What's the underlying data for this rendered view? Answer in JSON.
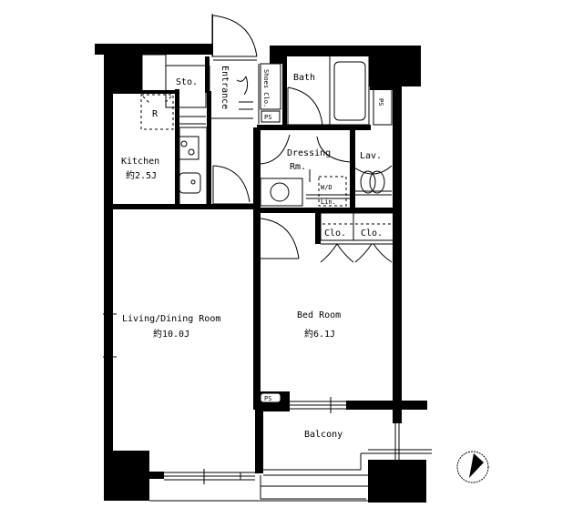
{
  "plan": {
    "type": "apartment floor plan",
    "layout": "1LDK",
    "colors": {
      "wall": "#000000",
      "background": "#ffffff"
    }
  },
  "rooms": {
    "storage": {
      "label": "Sto."
    },
    "entrance": {
      "label": "Entrance"
    },
    "shoe_closet": {
      "label": "Shoes Clo."
    },
    "bath": {
      "label": "Bath"
    },
    "refrigerator": {
      "label": "R"
    },
    "kitchen": {
      "label": "Kitchen",
      "area": "約2.5J"
    },
    "dressing": {
      "label": "Dressing",
      "label2": "Rm."
    },
    "lavatory": {
      "label": "Lav."
    },
    "washer_dryer": {
      "label": "W/D"
    },
    "linen": {
      "label": "Lin."
    },
    "closet_1": {
      "label": "Clo."
    },
    "closet_2": {
      "label": "Clo."
    },
    "living_dining": {
      "label": "Living/Dining Room",
      "area": "約10.0J"
    },
    "bedroom": {
      "label": "Bed Room",
      "area": "約6.1J"
    },
    "balcony": {
      "label": "Balcony"
    }
  },
  "pipe_spaces": [
    {
      "label": "PS",
      "location": "entrance"
    },
    {
      "label": "PS",
      "location": "bath-right"
    },
    {
      "label": "PS",
      "location": "bedroom-bottom-left"
    }
  ],
  "compass": {
    "icon": "north-arrow-icon"
  }
}
